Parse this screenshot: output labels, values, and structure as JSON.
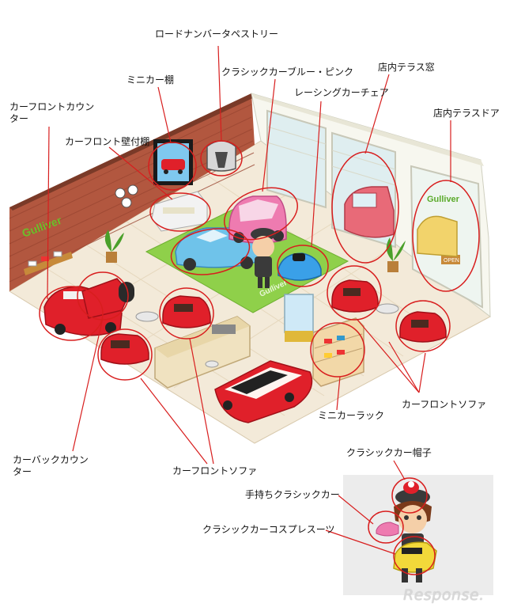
{
  "labels": {
    "road_number_tapestry": "ロードナンバータペストリー",
    "minicar_shelf": "ミニカー棚",
    "classic_car_blue_pink": "クラシックカーブルー・ピンク",
    "store_terrace_window": "店内テラス窓",
    "racing_car_chair": "レーシングカーチェア",
    "car_front_counter": "カーフロントカウンター",
    "store_terrace_door": "店内テラスドア",
    "car_front_wall_shelf": "カーフロント壁付棚",
    "minicar_rack": "ミニカーラック",
    "car_front_sofa_right": "カーフロントソファ",
    "car_back_counter": "カーバックカウンター",
    "car_front_sofa_bottom": "カーフロントソファ",
    "classic_car_hat": "クラシックカー帽子",
    "handheld_classic_car": "手持ちクラシックカー",
    "classic_car_cosplay_suit": "クラシックカーコスプレスーツ"
  },
  "signs": {
    "wall_logo": "Gulliver",
    "floor_logo": "Gulliver",
    "door_logo": "Gulliver",
    "door_sign": "OPEN"
  },
  "watermark": "Response.",
  "colors": {
    "circle": "#d81e1e",
    "car_red": "#e0202a",
    "brick": "#b2573f",
    "carpet": "#8fd04a",
    "floor": "#f3ead9"
  }
}
